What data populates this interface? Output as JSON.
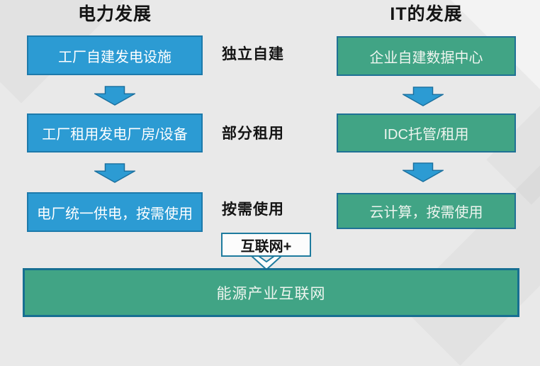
{
  "headers": {
    "left": "电力发展",
    "right": "IT的发展"
  },
  "left_column": {
    "boxes": [
      "工厂自建发电设施",
      "工厂租用发电厂房/设备",
      "电厂统一供电，按需使用"
    ]
  },
  "right_column": {
    "boxes": [
      "企业自建数据中心",
      "IDC托管/租用",
      "云计算，按需使用"
    ]
  },
  "middle_labels": [
    "独立自建",
    "部分租用",
    "按需使用"
  ],
  "connector": {
    "label": "互联网+"
  },
  "bottom_box": {
    "label": "能源产业互联网"
  },
  "colors": {
    "background": "#e9e9e9",
    "blue_fill": "#2c9bd3",
    "blue_border": "#1d7aab",
    "green_fill": "#41a485",
    "green_border": "#1f7195",
    "bottom_border": "#176f92",
    "arrow_fill": "#2c9bd3",
    "arrow_stroke": "#1a6f9e",
    "label_text": "#141414",
    "box_text": "#ffffff"
  }
}
